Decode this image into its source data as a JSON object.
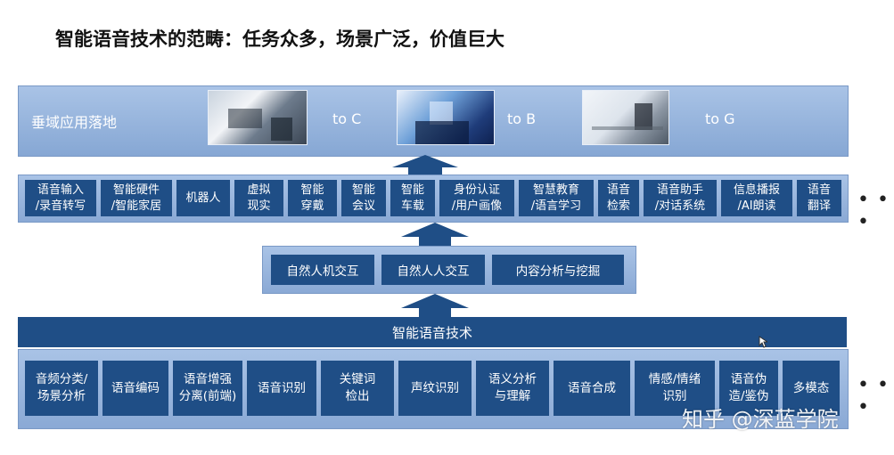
{
  "title": "智能语音技术的范畴：任务众多，场景广泛，价值巨大",
  "vertical": {
    "label": "垂域应用落地",
    "targets": [
      "to C",
      "to B",
      "to G"
    ]
  },
  "applications": [
    "语音输入\n/录音转写",
    "智能硬件\n/智能家居",
    "机器人",
    "虚拟\n现实",
    "智能\n穿戴",
    "智能\n会议",
    "智能\n车载",
    "身份认证\n/用户画像",
    "智慧教育\n/语言学习",
    "语音\n检索",
    "语音助手\n/对话系统",
    "信息播报\n/AI朗读",
    "语音\n翻译"
  ],
  "interactions": [
    "自然人机交互",
    "自然人人交互",
    "内容分析与挖掘"
  ],
  "core": {
    "header": "智能语音技术",
    "items": [
      "音频分类/\n场景分析",
      "语音编码",
      "语音增强\n分离(前端)",
      "语音识别",
      "关键词\n检出",
      "声纹识别",
      "语义分析\n与理解",
      "语音合成",
      "情感/情绪\n识别",
      "语音伪\n造/鉴伪",
      "多模态"
    ]
  },
  "ellipsis": "• • •",
  "watermark": "知乎 @深蓝学院",
  "colors": {
    "dark_box": "#1f4e86",
    "band": "#9bb7df",
    "arrow": "#1f4e86"
  }
}
